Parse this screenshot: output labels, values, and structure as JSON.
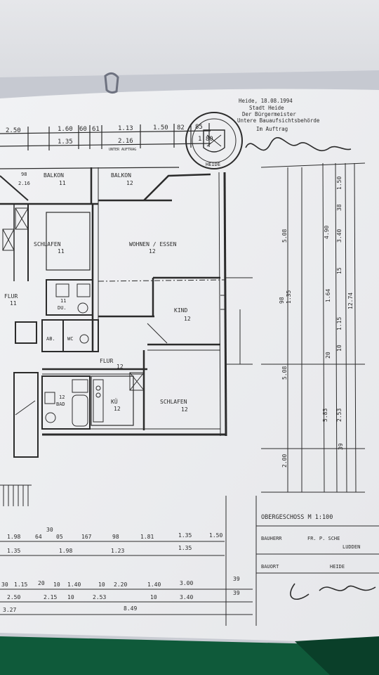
{
  "colors": {
    "paper": "#eeeff1",
    "ink": "#2b2b2b",
    "cloth": "#0f5a3a",
    "shadow": "#b9bcc4"
  },
  "stamp": {
    "lines": [
      "Heide, 18.08.1994",
      "Stadt Heide",
      "Der Bürgermeister",
      "Untere Bauaufsichtsbehörde",
      "Im Auftrag"
    ],
    "ring_text": "HEIDE"
  },
  "rooms": {
    "balkon_11": "BALKON",
    "balkon_11_no": "11",
    "balkon_12": "BALKON",
    "balkon_12_no": "12",
    "schlafen_11": "SCHLAFEN",
    "schlafen_11_no": "11",
    "wohnen_12": "WOHNEN / ESSEN",
    "wohnen_12_no": "12",
    "flur_11": "FLUR",
    "flur_11_no": "11",
    "du_11": "DU.",
    "du_11_no": "11",
    "kind_12": "KIND",
    "kind_12_no": "12",
    "wc_12": "WC",
    "ab_12": "AB.",
    "flur_12": "FLUR",
    "flur_12_no": "12",
    "bad_12": "BAD",
    "bad_12_no": "12",
    "kue_12": "KÜ",
    "kue_12_no": "12",
    "schlafen_12": "SCHLAFEN",
    "schlafen_12_no": "12"
  },
  "dimensions": {
    "top": [
      "2.50",
      "1.60",
      "60",
      "61",
      "1.13",
      "1.50",
      "82",
      "85"
    ],
    "top_sub": [
      "1.35",
      "2.16",
      "1.80"
    ],
    "top_note": "UNTER AUFTRAG",
    "balcony_dims": [
      "98",
      "2.16"
    ],
    "right_vertical": [
      "5.08",
      "98",
      "1.35",
      "5.08",
      "2.00",
      "5.83",
      "2.53",
      "39"
    ],
    "right_chain": [
      "1.50",
      "38",
      "4.90",
      "3.40",
      "15",
      "1.64",
      "1.15",
      "20",
      "10",
      "12.74"
    ],
    "bottom_row1": [
      "1.98",
      "64",
      "30",
      "05",
      "167",
      "98",
      "1.81",
      "1.35",
      "1.50"
    ],
    "bottom_row2": [
      "1.35",
      "1.98",
      "1.23",
      "1.35"
    ],
    "bottom_row3": [
      "30",
      "1.15",
      "20",
      "10",
      "1.40",
      "10",
      "2.20",
      "1.40",
      "3.00",
      "39"
    ],
    "bottom_row4": [
      "2.50",
      "2.15",
      "10",
      "2.53",
      "10",
      "3.40",
      "39"
    ],
    "bottom_row5": [
      "3.27",
      "8.49"
    ]
  },
  "title_block": {
    "floor": "OBERGESCHOSS M 1:100",
    "owner_label": "BAUHERR",
    "owner": "FR. P. SCHE",
    "owner2": "LUDDEN",
    "builder_label": "BAUORT",
    "builder": "HEIDE"
  }
}
